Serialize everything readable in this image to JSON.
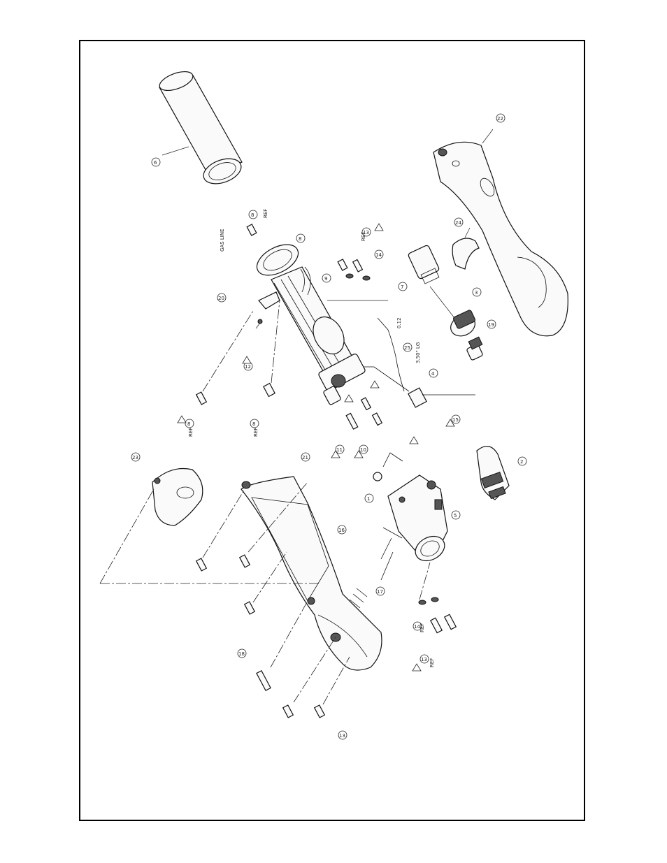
{
  "callouts": {
    "c1": "1",
    "c2": "2",
    "c3": "3",
    "c4": "4",
    "c5": "5",
    "c6": "6",
    "c7": "7",
    "c8": "8",
    "c9": "9",
    "c10": "10",
    "c11": "11",
    "c12": "12",
    "c13": "13",
    "c14": "14",
    "c15": "15",
    "c16": "16",
    "c17": "17",
    "c18": "18",
    "c19": "19",
    "c20": "20",
    "c21": "21",
    "c22": "22",
    "c23": "23",
    "c24": "24",
    "c25": "25"
  },
  "labels": {
    "gas_line": "GAS LINE",
    "ref": "REF",
    "dim_012": "0.12",
    "dim_350": "3.50\" LG"
  }
}
